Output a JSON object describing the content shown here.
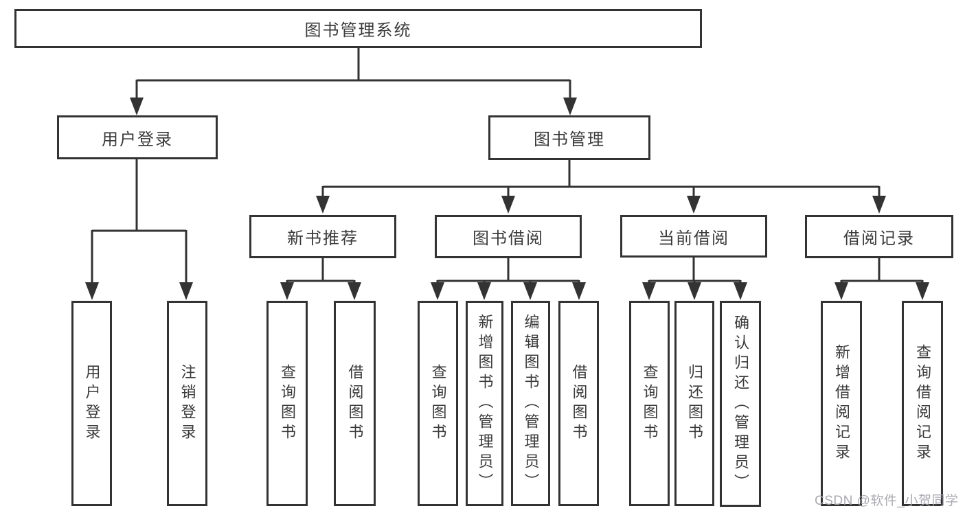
{
  "colors": {
    "line": "#333333",
    "text": "#3a3a3a",
    "background": "#ffffff",
    "watermark_color": "#a3a3ab"
  },
  "root": {
    "label": "图书管理系统"
  },
  "user_login": {
    "label": "用户登录",
    "children": [
      {
        "label": "用户登录"
      },
      {
        "label": "注销登录"
      }
    ]
  },
  "book_management": {
    "label": "图书管理",
    "sections": [
      {
        "label": "新书推荐",
        "children": [
          {
            "label": "查询图书"
          },
          {
            "label": "借阅图书"
          }
        ]
      },
      {
        "label": "图书借阅",
        "children": [
          {
            "label": "查询图书"
          },
          {
            "label": "新增图书（管理员）"
          },
          {
            "label": "编辑图书（管理员）"
          },
          {
            "label": "借阅图书"
          }
        ]
      },
      {
        "label": "当前借阅",
        "children": [
          {
            "label": "查询图书"
          },
          {
            "label": "归还图书"
          },
          {
            "label": "确认归还（管理员）"
          }
        ]
      },
      {
        "label": "借阅记录",
        "children": [
          {
            "label": "新增借阅记录"
          },
          {
            "label": "查询借阅记录"
          }
        ]
      }
    ]
  },
  "watermark": {
    "text": "CSDN @软件_小贺同学"
  }
}
